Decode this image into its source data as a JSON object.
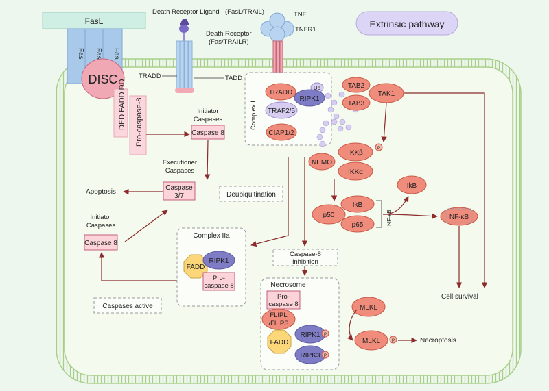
{
  "title": "Extrinsic pathway",
  "labels": {
    "fasl": "FasL",
    "fas": "Fas",
    "disc": "DISC",
    "death_receptor_ligand": "Death Receptor Ligand",
    "fasl_trail": "(FasL/TRAIL)",
    "death_receptor": "Death Receptor",
    "fas_trailr": "(Fas/TRAILR)",
    "tnf": "TNF",
    "tnfr1": "TNFR1",
    "tradd_outer": "TRADD",
    "tadd": "TADD",
    "ded_fadd_dd": "DED FADD DD",
    "pro_caspase_8_vertical": "Pro-caspase-8",
    "initiator_caspases_1": "Initiator",
    "initiator_caspases_2": "Caspases",
    "caspase_8_top": "Caspase 8",
    "executioner_1": "Executioner",
    "executioner_2": "Caspases",
    "caspase_37_1": "Caspase",
    "caspase_37_2": "3/7",
    "apoptosis": "Apoptosis",
    "initiator_left_1": "Initiator",
    "initiator_left_2": "Caspases",
    "caspase_8_left": "Caspase 8",
    "caspases_active": "Caspases active",
    "deubiquitination": "Deubiquitination",
    "complex_i": "Complex I",
    "tradd": "TRADD",
    "ub": "Ub",
    "ripk1_c1": "RIPK1",
    "traf25": "TRAF2/5",
    "ciap12": "CIAP1/2",
    "tab2": "TAB2",
    "tab3": "TAB3",
    "tak1": "TAK1",
    "nemo": "NEMO",
    "ikkb": "IKKβ",
    "ikka": "IKKα",
    "ikb": "IkB",
    "p50": "p50",
    "ikb_complex": "IkB",
    "p65": "p65",
    "nfkb_vertical": "NF-κB",
    "nfkb": "NF-κB",
    "cell_survival": "Cell survival",
    "complex_iia": "Complex IIa",
    "fadd_iia": "FADD",
    "ripk1_iia": "RIPK1",
    "pro_casp_iia_1": "Pro-",
    "pro_casp_iia_2": "caspase 8",
    "casp8_inhibition_1": "Caspase-8",
    "casp8_inhibition_2": "inhibition",
    "necrosome": "Necrosome",
    "pro_casp_nec_1": "Pro-",
    "pro_casp_nec_2": "caspase 8",
    "flip_1": "FLIPL",
    "flip_2": "/FLIPS",
    "fadd_nec": "FADD",
    "ripk1_nec": "RIPK1",
    "ripk3": "RIPK3",
    "mlkl_1": "MLKL",
    "mlkl_2": "MLKL",
    "necroptosis": "Necroptosis",
    "p": "P"
  },
  "colors": {
    "background": "#eef7ee",
    "membrane": "#a8cf8a",
    "cell": "#f2f9ea",
    "arrow": "#8b2b2b",
    "salmon": "#f08c7c",
    "salmon_stroke": "#c85a48",
    "pink_box": "#fbd3d8",
    "pink_stroke": "#c2607a",
    "purple": "#7e7cc4",
    "lavender": "#d6cdf0",
    "fadd_yellow": "#fcd77a",
    "receptor_blue": "#b8d4f0",
    "title_bg": "#ddd5f5"
  }
}
